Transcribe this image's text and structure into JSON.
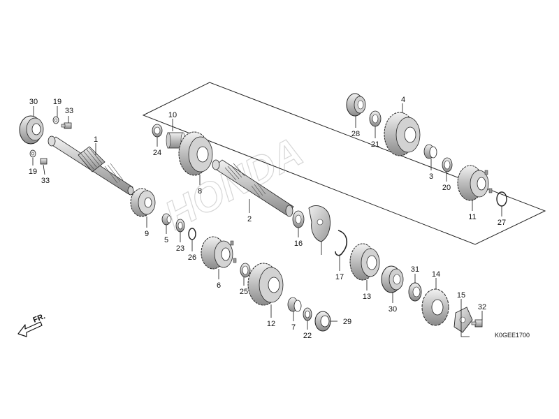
{
  "diagram": {
    "code": "K0GEE1700",
    "direction_label": "FR.",
    "watermark": "HONDA"
  },
  "parts": {
    "p1": "1",
    "p2": "2",
    "p3": "3",
    "p4": "4",
    "p5": "5",
    "p6": "6",
    "p7": "7",
    "p8": "8",
    "p9": "9",
    "p10": "10",
    "p11": "11",
    "p12": "12",
    "p13": "13",
    "p14": "14",
    "p15": "15",
    "p16": "16",
    "p17": "17",
    "p19a": "19",
    "p19b": "19",
    "p20": "20",
    "p21": "21",
    "p22": "22",
    "p23": "23",
    "p24": "24",
    "p25": "25",
    "p26": "26",
    "p27": "27",
    "p28": "28",
    "p29": "29",
    "p30a": "30",
    "p30b": "30",
    "p31": "31",
    "p32": "32",
    "p33a": "33",
    "p33b": "33"
  }
}
